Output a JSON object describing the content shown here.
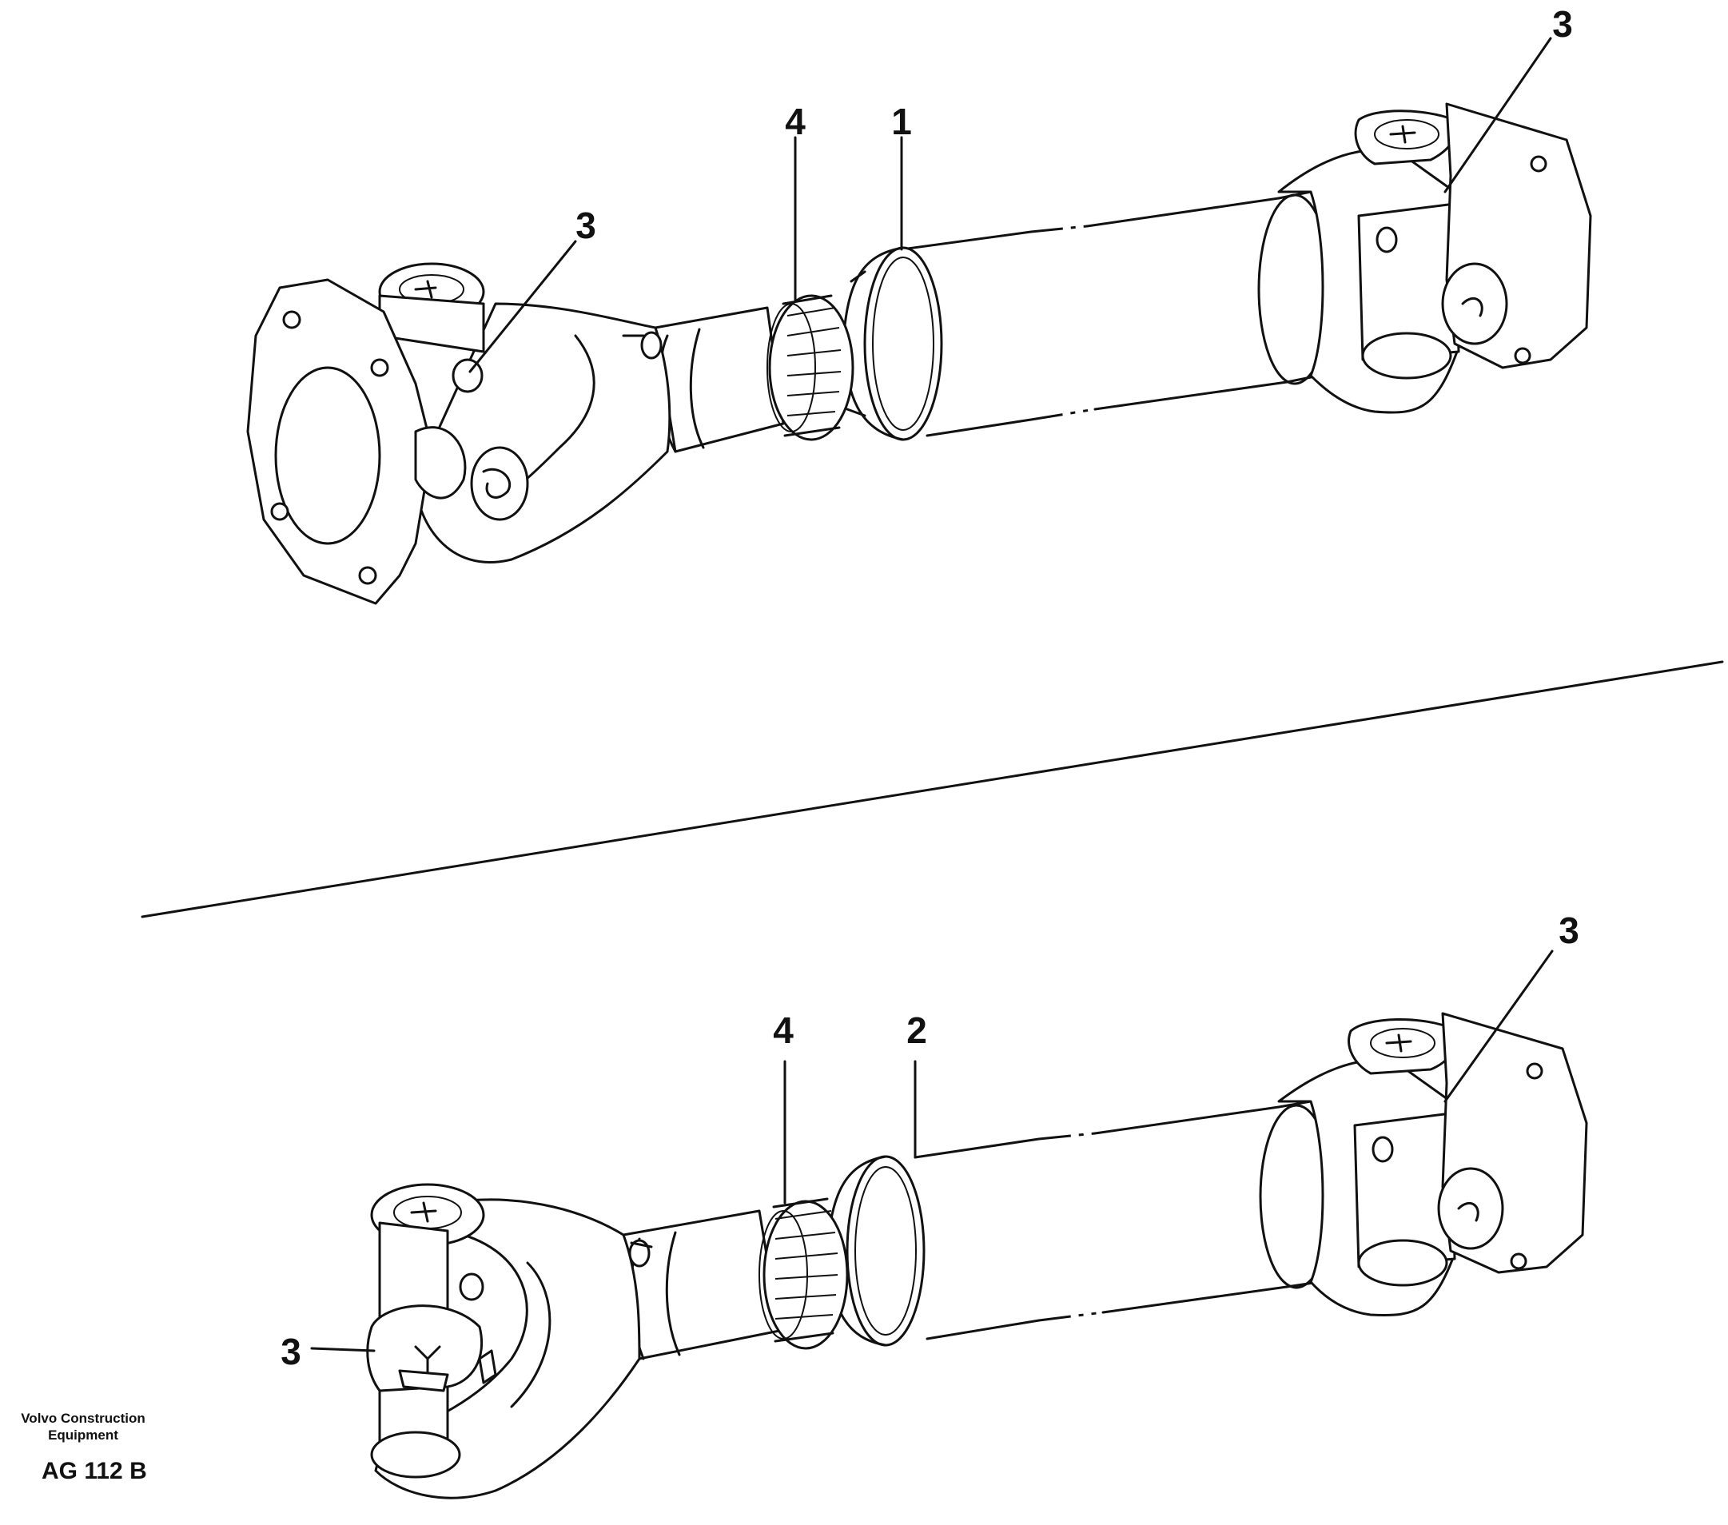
{
  "diagram": {
    "top_shaft": {
      "labels": {
        "shaft": "1",
        "ring": "4",
        "left_joint": "3",
        "right_joint": "3"
      }
    },
    "bottom_shaft": {
      "labels": {
        "shaft": "2",
        "ring": "4",
        "left_joint": "3",
        "right_joint": "3"
      }
    }
  },
  "footer": {
    "company_line1": "Volvo Construction",
    "company_line2": "Equipment",
    "drawing_code": "AG 112 B"
  }
}
